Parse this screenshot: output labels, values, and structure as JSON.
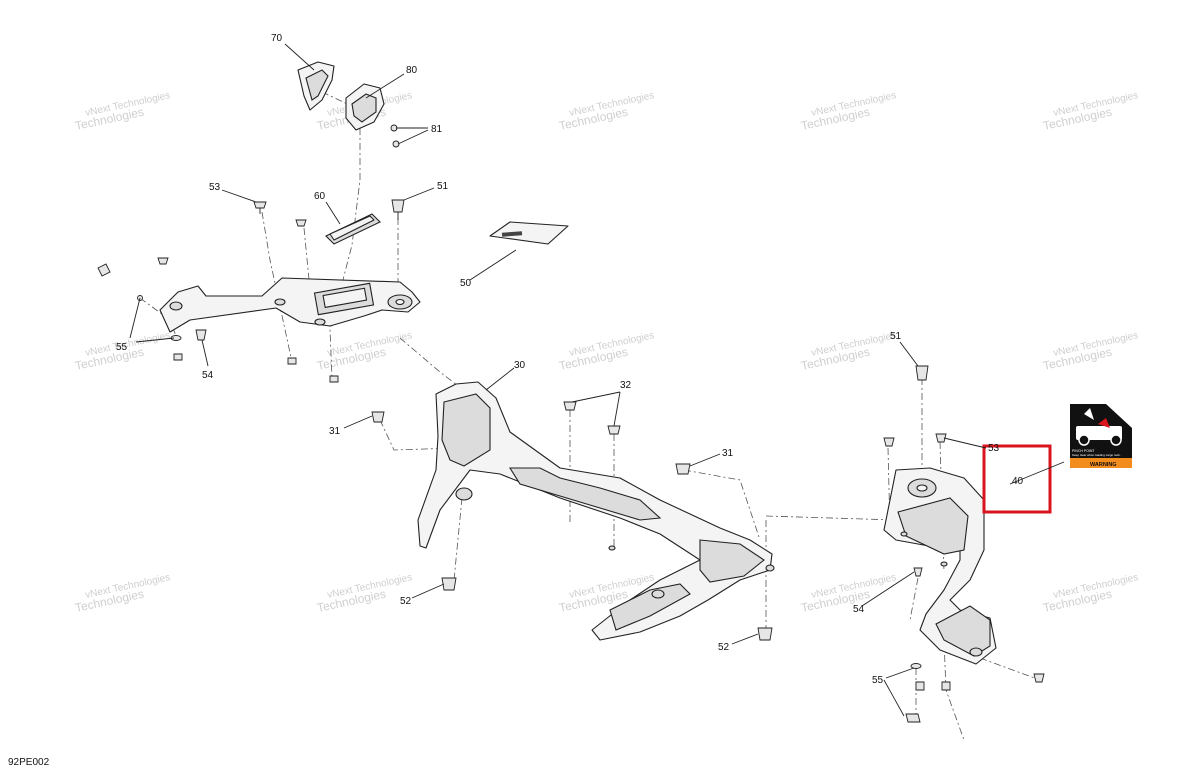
{
  "diagram_code": "92PE002",
  "watermark": {
    "line1": "vNext",
    "line2": "Technologies",
    "full": "vNext Technologies"
  },
  "callouts": [
    "70",
    "80",
    "81",
    "53",
    "51",
    "60",
    "50",
    "55",
    "54",
    "30",
    "32",
    "31",
    "31",
    "51",
    "53",
    "40",
    "52",
    "52",
    "54",
    "55"
  ],
  "label_panel": {
    "warning_text": "WARNING",
    "caption": "Keep clear when loading cargo rack.",
    "code": "PINCH POINT"
  },
  "highlight": {
    "color": "#d9141c",
    "target_callout": "40"
  }
}
